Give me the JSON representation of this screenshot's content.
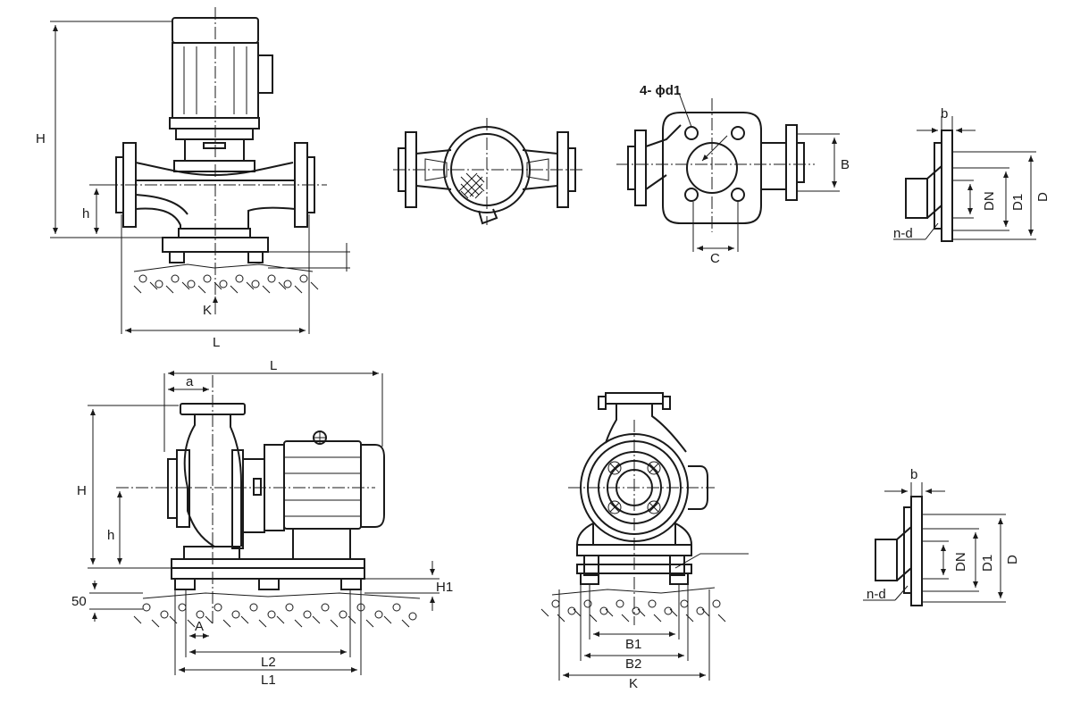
{
  "labels": {
    "vertical_pump": {
      "H": "H",
      "h": "h",
      "K": "K",
      "L": "L"
    },
    "flange_view": {
      "holes": "4- ϕd1",
      "B": "B",
      "C": "C"
    },
    "flange_detail_top": {
      "b": "b",
      "DN": "DN",
      "D1": "D1",
      "D": "D",
      "n_d": "n-d"
    },
    "horizontal_pump": {
      "L": "L",
      "a": "a",
      "H": "H",
      "h": "h",
      "H1": "H1",
      "fifty": "50",
      "A": "A",
      "L2": "L2",
      "L1": "L1"
    },
    "end_view": {
      "B1": "B1",
      "B2": "B2",
      "K": "K"
    },
    "flange_detail_bottom": {
      "b": "b",
      "DN": "DN",
      "D1": "D1",
      "D": "D",
      "n_d": "n-d"
    }
  },
  "colors": {
    "ink": "#1a1a1a",
    "paper": "#ffffff"
  }
}
